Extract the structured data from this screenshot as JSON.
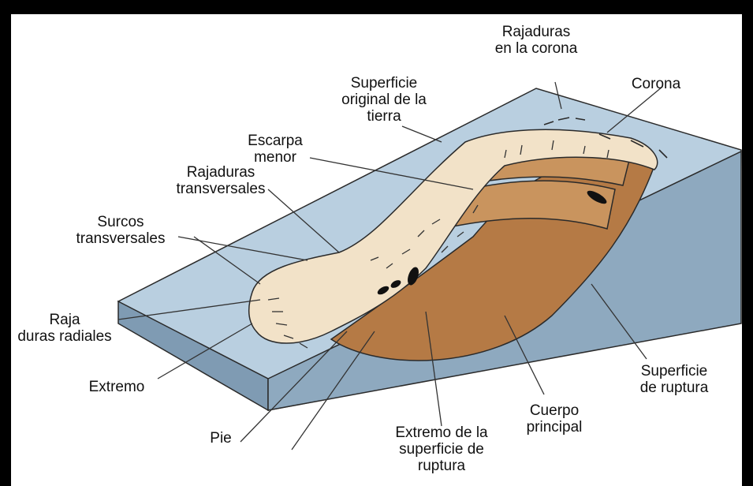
{
  "diagram": {
    "labels": {
      "rajaduras_corona": "Rajaduras\nen la corona",
      "corona": "Corona",
      "superficie_original": "Superficie\noriginal de la\ntierra",
      "escarpa_menor": "Escarpa\nmenor",
      "rajaduras_transversales": "Rajaduras\ntransversales",
      "surcos_transversales": "Surcos\ntransversales",
      "rajaduras_radiales": "Raja\nduras radiales",
      "extremo": "Extremo",
      "pie": "Pie",
      "extremo_superficie_ruptura": "Extremo de la\nsuperficie de\nruptura",
      "cuerpo_principal": "Cuerpo\nprincipal",
      "superficie_ruptura": "Superficie\nde ruptura"
    },
    "colors": {
      "ground_top": "#b9cfe0",
      "ground_side": "#8ea9bf",
      "ground_front": "#7f9bb3",
      "debris": "#f2e2c8",
      "slump_block": "#c9945e",
      "rupture_surface": "#b57a45",
      "outline": "#2a2a2a"
    }
  }
}
